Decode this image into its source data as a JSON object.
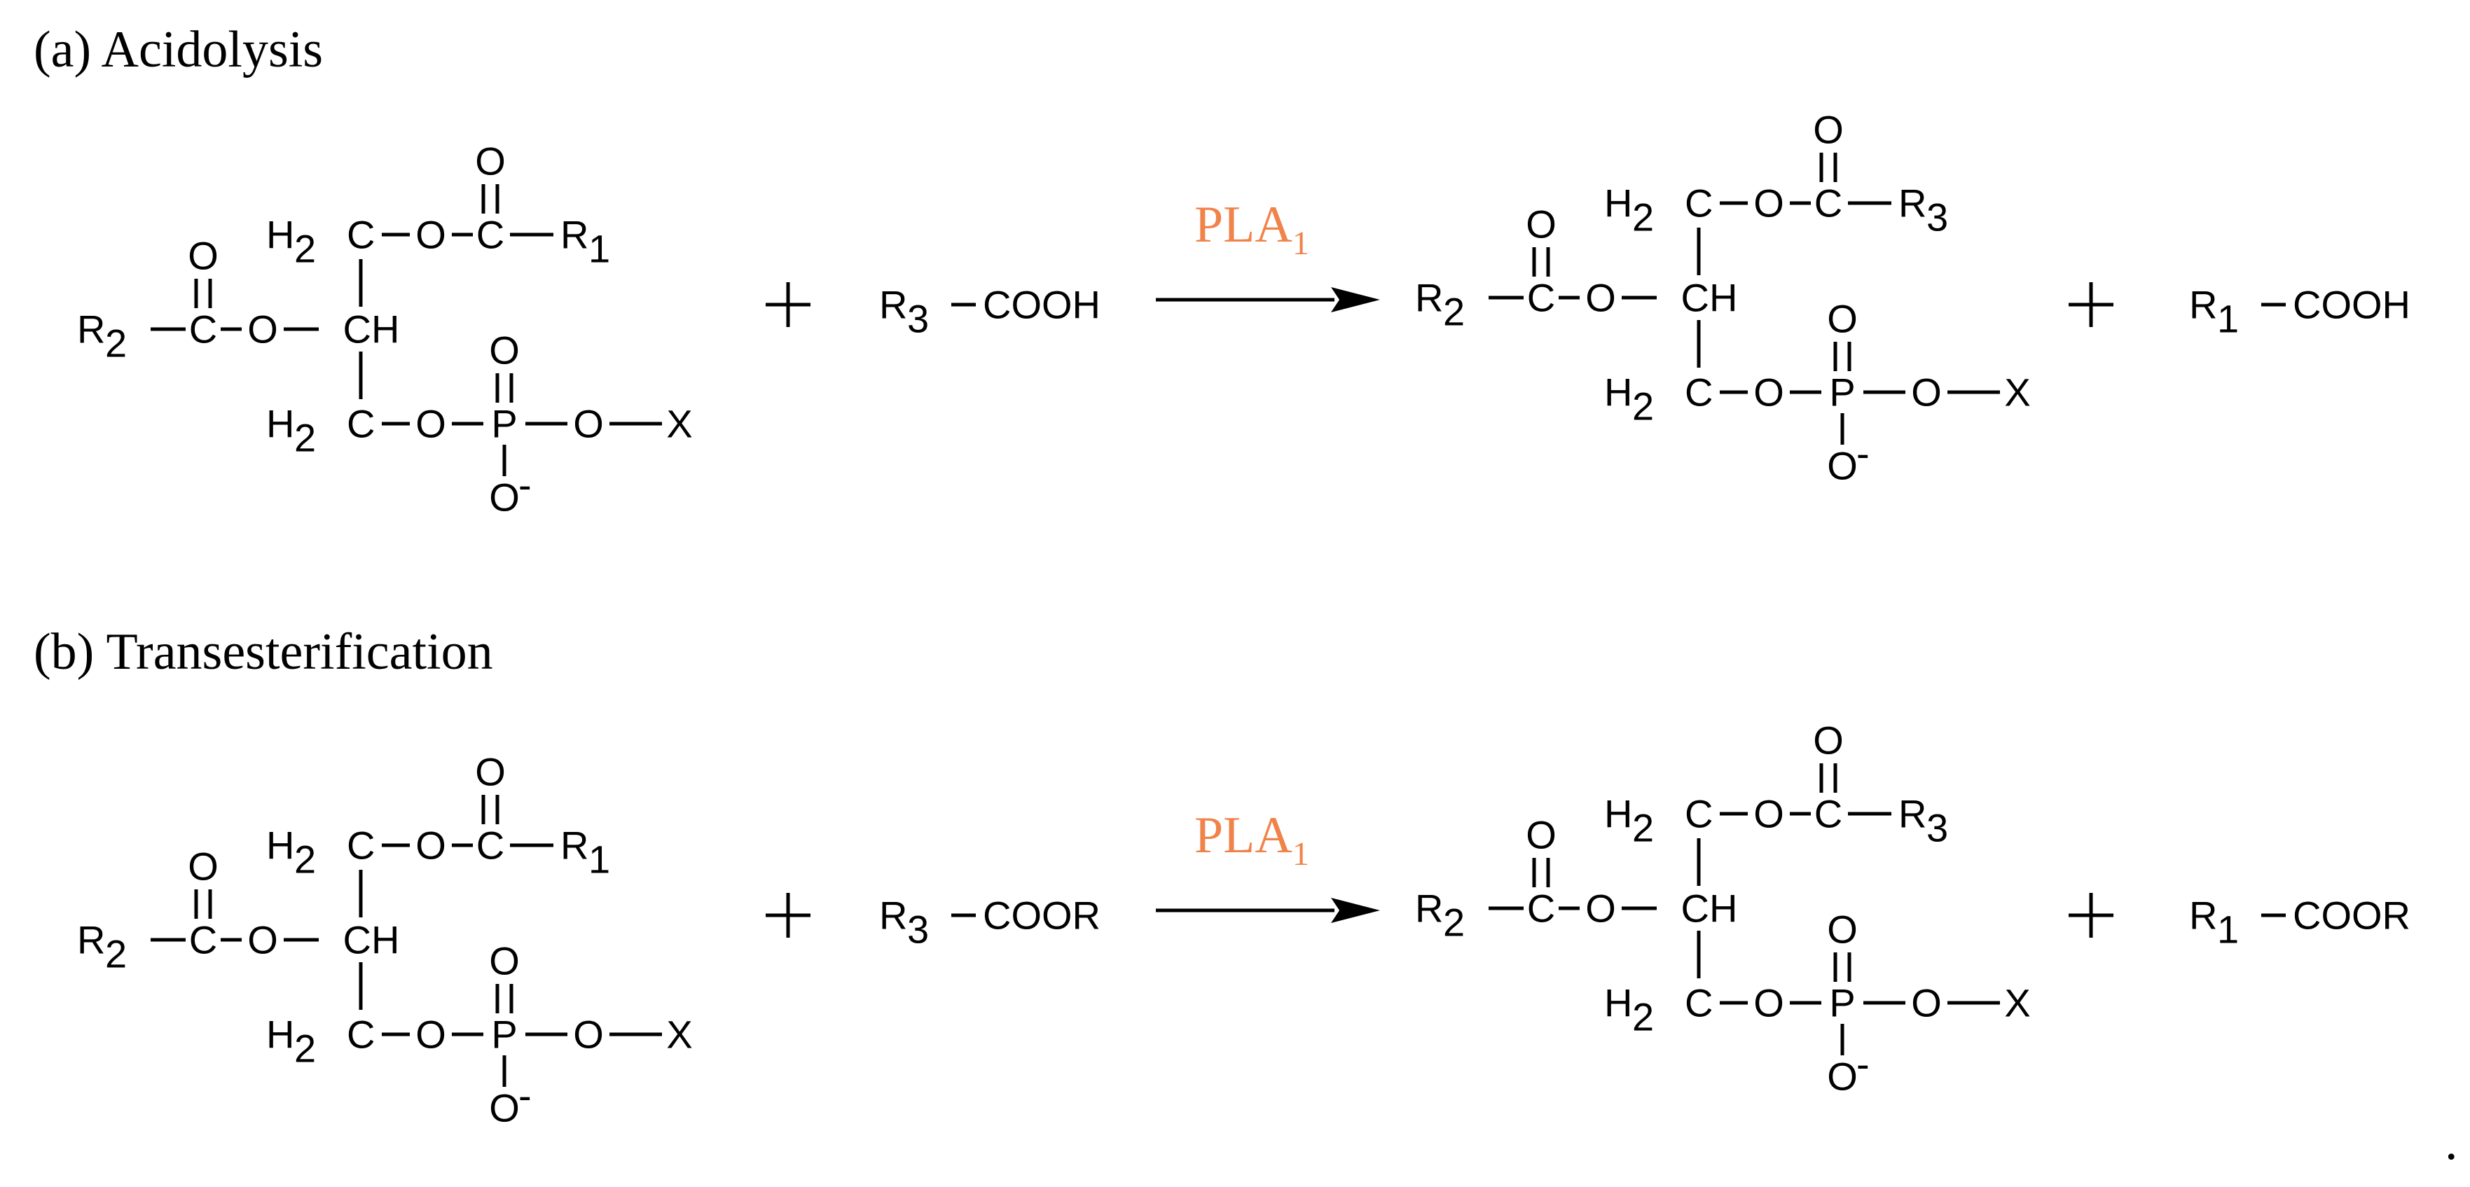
{
  "colors": {
    "bond": "#000000",
    "r_group": "#1a1aee",
    "x_group": "#ee1111",
    "enzyme": "#f0834a"
  },
  "panels": [
    {
      "label": "(a) Acidolysis",
      "enzyme_main": "PLA",
      "enzyme_sub": "1",
      "reagent_suffix": "COOH",
      "product_suffix": "COOH"
    },
    {
      "label": "(b) Transesterification",
      "enzyme_main": "PLA",
      "enzyme_sub": "1",
      "reagent_suffix": "COOR",
      "product_suffix": "COOR"
    }
  ],
  "trailing_mark": ".",
  "atoms": {
    "O": "O",
    "C": "C",
    "P": "P",
    "H": "H",
    "CH": "CH",
    "X": "X",
    "R": "R",
    "minus": "-",
    "one": "1",
    "two": "2",
    "three": "3"
  }
}
